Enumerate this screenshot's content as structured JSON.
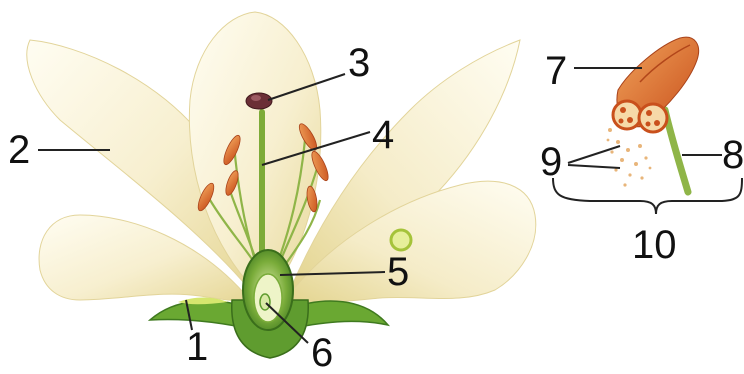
{
  "labels": {
    "l1": "1",
    "l2": "2",
    "l3": "3",
    "l4": "4",
    "l5": "5",
    "l6": "6",
    "l7": "7",
    "l8": "8",
    "l9": "9",
    "l10": "10"
  },
  "colors": {
    "petal": "#f7efcf",
    "petal_shade": "#e9dc9f",
    "stem_green": "#5f9c2f",
    "anther_orange": "#e0672a",
    "stigma": "#6b2f36",
    "line": "#222222"
  }
}
